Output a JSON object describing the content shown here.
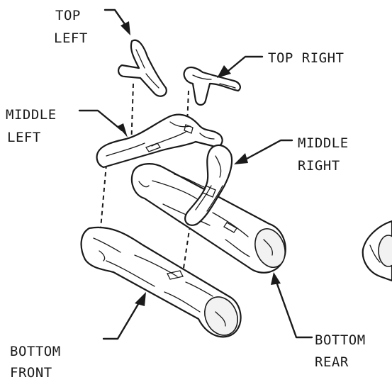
{
  "labels": {
    "top_left": [
      "TOP",
      "LEFT"
    ],
    "top_right": "TOP RIGHT",
    "middle_left": [
      "MIDDLE",
      "LEFT"
    ],
    "middle_right": [
      "MIDDLE",
      "RIGHT"
    ],
    "bottom_front": [
      "BOTTOM",
      "FRONT"
    ],
    "bottom_rear": [
      "BOTTOM",
      "REAR"
    ]
  }
}
